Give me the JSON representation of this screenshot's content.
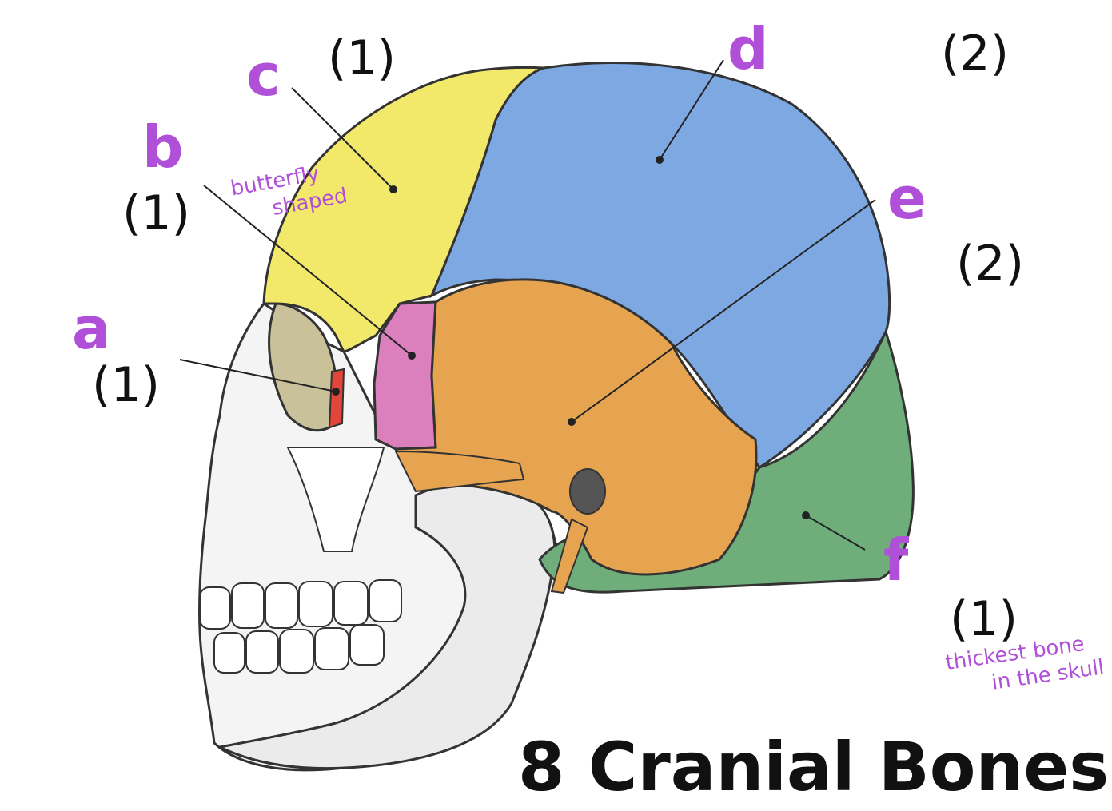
{
  "title": "8 Cranial Bones",
  "colors": {
    "frontal": "#f2e96a",
    "parietal": "#7ea8e2",
    "temporal": "#e6a451",
    "occipital": "#6fae7a",
    "sphenoid": "#dc7fbd",
    "ethmoid": "#e2463a",
    "annotation": "#b04fd8",
    "outline": "#333333"
  },
  "labels": [
    {
      "id": "a",
      "letter": "a",
      "count": "(1)"
    },
    {
      "id": "b",
      "letter": "b",
      "count": "(1)"
    },
    {
      "id": "c",
      "letter": "c",
      "count": "(1)"
    },
    {
      "id": "d",
      "letter": "d",
      "count": "(2)"
    },
    {
      "id": "e",
      "letter": "e",
      "count": "(2)"
    },
    {
      "id": "f",
      "letter": "f",
      "count": "(1)"
    }
  ],
  "notes": {
    "butterfly_line1": "butterfly",
    "butterfly_line2": "shaped",
    "thickest_line1": "thickest bone",
    "thickest_line2": "in the skull"
  }
}
